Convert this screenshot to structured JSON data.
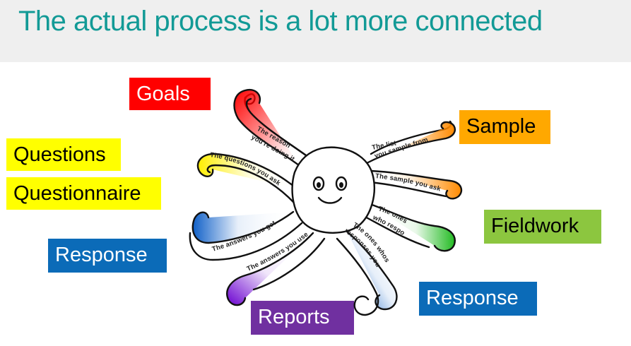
{
  "title": "The actual process is a lot more connected",
  "labels": {
    "goals": "Goals",
    "sample": "Sample",
    "questions": "Questions",
    "questionnaire": "Questionnaire",
    "fieldwork": "Fieldwork",
    "response_left": "Response",
    "response_right": "Response",
    "reports": "Reports"
  },
  "arms": {
    "reason_line1": "The reason",
    "reason_line2": "you're doing it",
    "list_line1": "The list",
    "list_line2": "you sample from",
    "questions": "The questions you ask",
    "sample": "The sample you ask",
    "respond_line1": "The ones",
    "respond_line2": "who respond",
    "answers_get": "The answers you get",
    "whose_line1": "The ones whose",
    "whose_line2": "responses you use",
    "answers_use": "The answers you use"
  },
  "colors": {
    "title": "#129a96",
    "goals": "#ff0000",
    "sample": "#ffa800",
    "questions": "#ffff00",
    "fieldwork": "#8cc63f",
    "response": "#0b6bb8",
    "reports": "#7030a0"
  }
}
